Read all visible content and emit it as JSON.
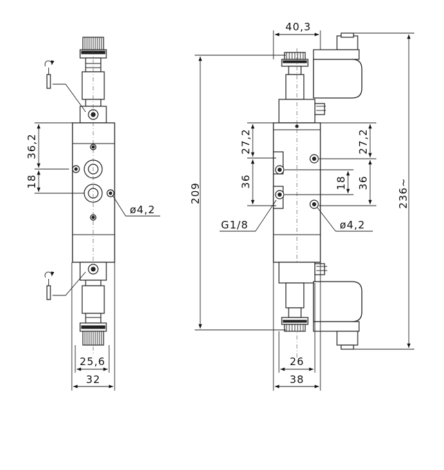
{
  "front_view": {
    "dim_top_port": "36,2",
    "dim_port_spacing": "18",
    "dim_mount_hole": "ø4,2",
    "dim_inner_width": "25,6",
    "dim_outer_width": "32"
  },
  "side_view": {
    "dim_coil_width": "40,3",
    "dim_total_height": "209",
    "dim_height_coil": "236~",
    "dim_port_thread": "G1/8",
    "dim_left_upper": "27,2",
    "dim_left_lower": "36",
    "dim_right_upper": "27,2",
    "dim_right_mid": "18",
    "dim_right_lower": "36",
    "dim_mount_hole": "ø4,2",
    "dim_inner_width": "26",
    "dim_outer_width": "38"
  }
}
